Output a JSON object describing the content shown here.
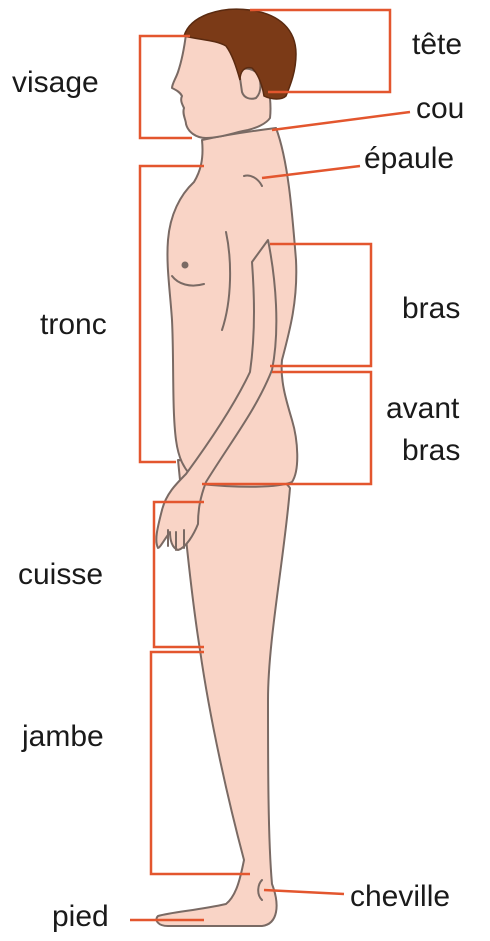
{
  "diagram": {
    "labels": {
      "tete": "tête",
      "visage": "visage",
      "cou": "cou",
      "epaule": "épaule",
      "bras": "bras",
      "tronc": "tronc",
      "avant_bras_1": "avant",
      "avant_bras_2": "bras",
      "cuisse": "cuisse",
      "jambe": "jambe",
      "cheville": "cheville",
      "pied": "pied"
    },
    "colors": {
      "skin": "#f9d4c6",
      "outline": "#7a6a64",
      "hair": "#7b3a17",
      "annotation": "#e3562e",
      "text": "#1a1a1a"
    }
  }
}
